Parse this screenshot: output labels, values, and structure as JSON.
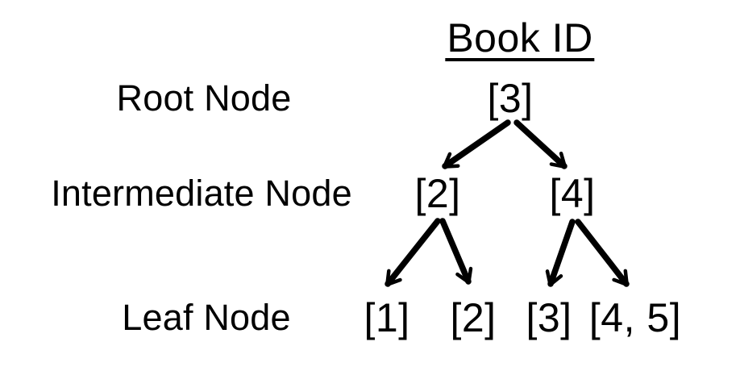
{
  "title": "Book ID",
  "colors": {
    "background": "#ffffff",
    "text": "#000000",
    "arrow": "#000000"
  },
  "tree": {
    "levels": [
      {
        "label": "Root Node",
        "nodes": [
          "[3]"
        ]
      },
      {
        "label": "Intermediate Node",
        "nodes": [
          "[2]",
          "[4]"
        ]
      },
      {
        "label": "Leaf Node",
        "nodes": [
          "[1]",
          "[2]",
          "[3]",
          "[4, 5]"
        ]
      }
    ],
    "edges": [
      {
        "from": "root [3]",
        "to": "intermediate [2]"
      },
      {
        "from": "root [3]",
        "to": "intermediate [4]"
      },
      {
        "from": "intermediate [2]",
        "to": "leaf [1]"
      },
      {
        "from": "intermediate [2]",
        "to": "leaf [2]"
      },
      {
        "from": "intermediate [4]",
        "to": "leaf [3]"
      },
      {
        "from": "intermediate [4]",
        "to": "leaf [4, 5]"
      }
    ]
  }
}
